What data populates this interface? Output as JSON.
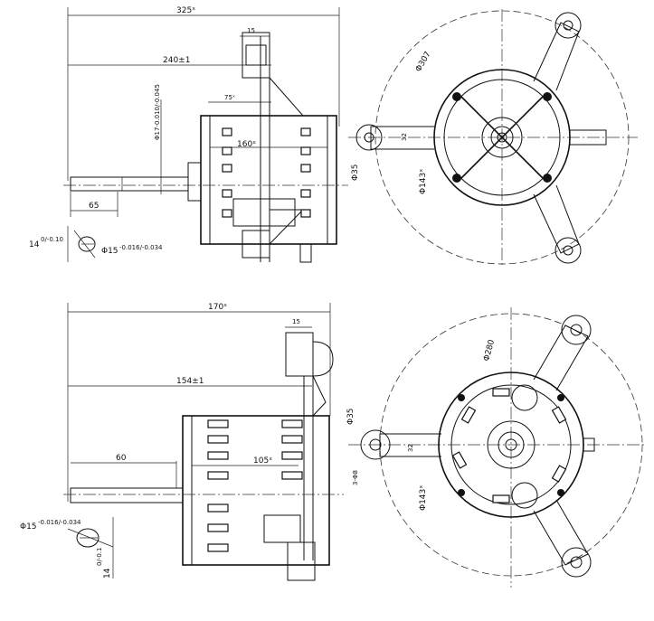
{
  "top_view": {
    "dims": {
      "overall": "325ˣ",
      "bracket_width": "15",
      "to_bracket": "240±1",
      "offset": "75ˣ",
      "shaft_dia": "Φ17-0.010/-0.045",
      "body_length": "160ˣ",
      "shaft_length": "65",
      "flat_label": "14",
      "flat_tol": "0/-0.10",
      "shaft_end_dia": "Φ15",
      "shaft_end_tol": "-0.016/-0.034"
    },
    "front": {
      "pcd_large": "Φ307",
      "spacing": "32",
      "hole": "Φ35",
      "body_dia": "Φ143ˣ"
    }
  },
  "bottom_view": {
    "dims": {
      "overall": "170ˣ",
      "bracket_width": "15",
      "to_bracket": "154±1",
      "shaft_length": "60",
      "body_length": "105ˣ",
      "shaft_end_dia": "Φ15",
      "shaft_end_tol": "-0.016/-0.034",
      "flat_label": "14",
      "flat_tol": "0/-0.1"
    },
    "front": {
      "pcd_large": "Φ280",
      "hole": "Φ35",
      "spacing": "32",
      "holes": "3-Φ8",
      "body_dia": "Φ143ˣ"
    }
  }
}
